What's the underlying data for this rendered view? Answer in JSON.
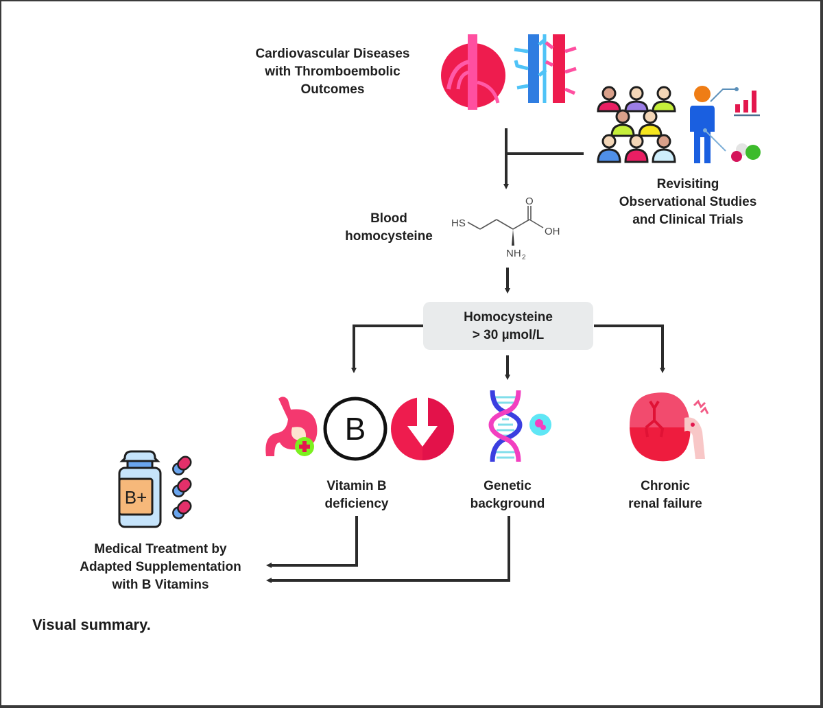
{
  "diagram": {
    "top_node": {
      "lines": [
        "Cardiovascular Diseases",
        "with Thromboembolic",
        "Outcomes"
      ],
      "icons": [
        "blood-vessel-circle-icon",
        "veins-arteries-icon"
      ]
    },
    "studies_node": {
      "lines": [
        "Revisiting",
        "Observational Studies",
        "and Clinical Trials"
      ],
      "icons": [
        "people-group-icon",
        "patient-trial-icon"
      ]
    },
    "homocysteine_node": {
      "lines": [
        "Blood",
        "homocysteine"
      ],
      "molecule": {
        "label_sh": "HS",
        "label_o": "O",
        "label_oh": "OH",
        "label_nh2_main": "NH",
        "label_nh2_sub": "2"
      }
    },
    "threshold_box": {
      "lines": [
        "Homocysteine",
        "> 30 µmol/L"
      ]
    },
    "causes": [
      {
        "lines": [
          "Vitamin B",
          "deficiency"
        ],
        "icons": [
          "stomach-icon",
          "vitamin-b-icon",
          "decrease-arrow-icon"
        ],
        "icon_letter": "B"
      },
      {
        "lines": [
          "Genetic",
          "background"
        ],
        "icons": [
          "dna-icon"
        ]
      },
      {
        "lines": [
          "Chronic",
          "renal failure"
        ],
        "icons": [
          "kidney-icon"
        ]
      }
    ],
    "treatment_node": {
      "lines": [
        "Medical Treatment by",
        "Adapted Supplementation",
        "with B Vitamins"
      ],
      "bottle_label": "B+"
    },
    "colors": {
      "arrow": "#2b2b2b",
      "box_fill": "#e9ebec",
      "accent_red": "#ee1c4e",
      "accent_pink": "#ff4fa0",
      "accent_blue": "#2f7de1",
      "accent_light_blue": "#4fc3f7"
    }
  },
  "caption": "Visual summary."
}
